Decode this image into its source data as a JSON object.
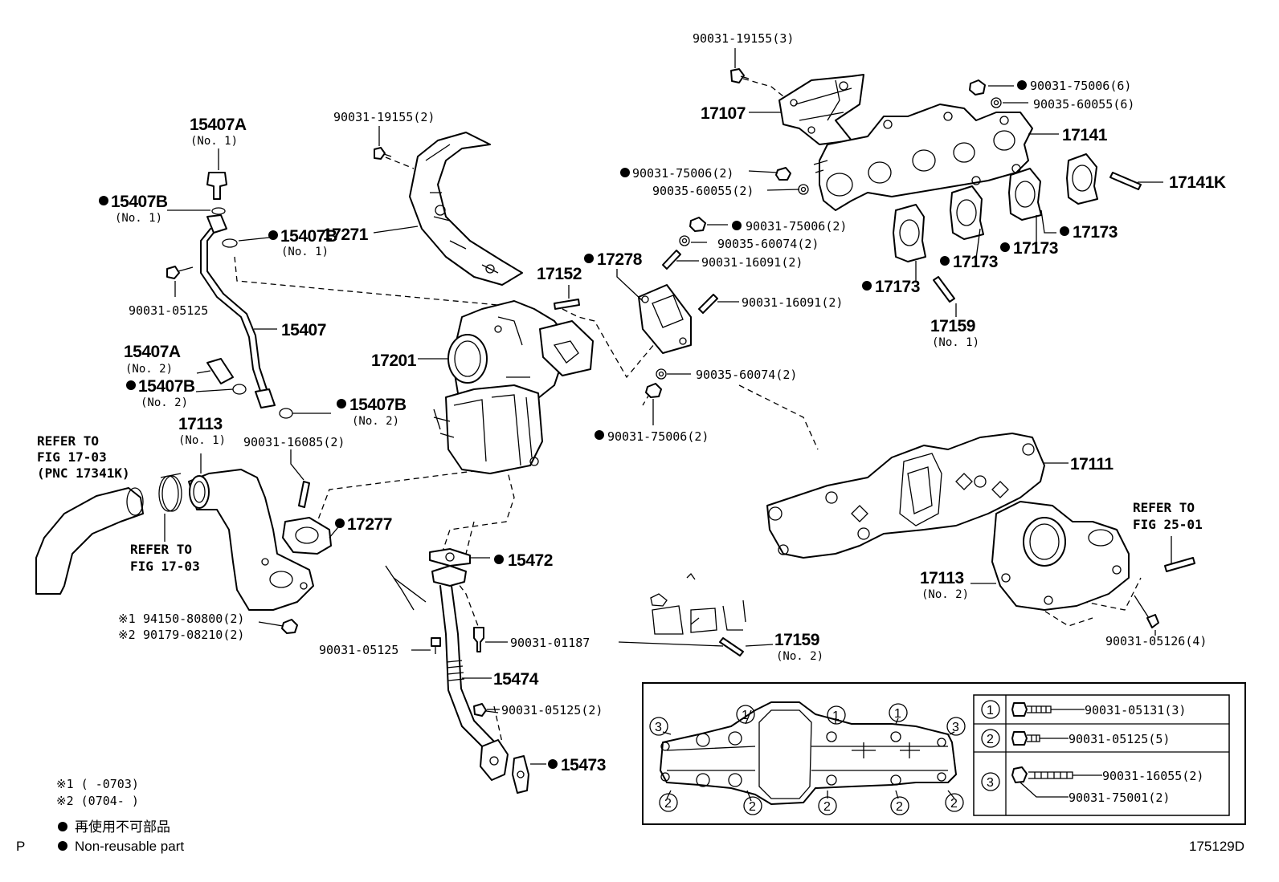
{
  "labels": {
    "p90031_19155_3": "90031-19155(3)",
    "p17107": "17107",
    "p90031_75006_6": "90031-75006(6)",
    "p90035_60055_6": "90035-60055(6)",
    "p17141": "17141",
    "p90031_19155_2": "90031-19155(2)",
    "p15407A_1": "15407A",
    "p15407A_1_sub": "(No. 1)",
    "p15407B_1a": "15407B",
    "p15407B_1a_sub": "(No. 1)",
    "p15407B_1b": "15407B",
    "p15407B_1b_sub": "(No. 1)",
    "p17271": "17271",
    "p90031_75006_2a": "90031-75006(2)",
    "p90035_60055_2": "90035-60055(2)",
    "p17141K": "17141K",
    "p90031_75006_2b": "90031-75006(2)",
    "p90035_60074_2a": "90035-60074(2)",
    "p17173_a": "17173",
    "p17173_b": "17173",
    "p17173_c": "17173",
    "p17173_d": "17173",
    "p17152": "17152",
    "p17278": "17278",
    "p90031_16091_2a": "90031-16091(2)",
    "p90031_05125": "90031-05125",
    "p15407": "15407",
    "p90031_16091_2b": "90031-16091(2)",
    "p17159_1": "17159",
    "p17159_1_sub": "(No. 1)",
    "p15407A_2": "15407A",
    "p15407A_2_sub": "(No. 2)",
    "p17201": "17201",
    "p90035_60074_2b": "90035-60074(2)",
    "p15407B_2a": "15407B",
    "p15407B_2a_sub": "(No. 2)",
    "p15407B_2b": "15407B",
    "p15407B_2b_sub": "(No. 2)",
    "p17113_1": "17113",
    "p17113_1_sub": "(No. 1)",
    "p90031_16085_2": "90031-16085(2)",
    "p90031_75006_2c": "90031-75006(2)",
    "ref1_line1": "REFER TO",
    "ref1_line2": "FIG 17-03",
    "ref1_line3": "(PNC 17341K)",
    "p17111": "17111",
    "p17277": "17277",
    "ref2_line1": "REFER TO",
    "ref2_line2": "FIG 25-01",
    "ref3_line1": "REFER TO",
    "ref3_line2": "FIG 17-03",
    "p15472": "15472",
    "p17113_2": "17113",
    "p17113_2_sub": "(No. 2)",
    "p94150": "94150-80800(2)",
    "p90179": "90179-08210(2)",
    "mark1": "※1",
    "mark2": "※2",
    "p90031_05126_4": "90031-05126(4)",
    "p90031_05125_b": "90031-05125",
    "p90031_01187": "90031-01187",
    "p17159_2": "17159",
    "p17159_2_sub": "(No. 2)",
    "p15474": "15474",
    "p90031_05125_2": "90031-05125(2)",
    "p15473": "15473"
  },
  "legend_table": {
    "rows": [
      {
        "num": "1",
        "parts": [
          "90031-05131(3)"
        ]
      },
      {
        "num": "2",
        "parts": [
          "90031-05125(5)"
        ]
      },
      {
        "num": "3",
        "parts": [
          "90031-16055(2)",
          "90031-75001(2)"
        ]
      }
    ]
  },
  "torque_circles": [
    "1",
    "2",
    "3"
  ],
  "footnotes": {
    "n1": "※1 (      -0703)",
    "n2": "※2 (0704-      )",
    "jp": "再使用不可部品",
    "en": "Non-reusable part"
  },
  "corner_left": "P",
  "figure_code": "175129D"
}
